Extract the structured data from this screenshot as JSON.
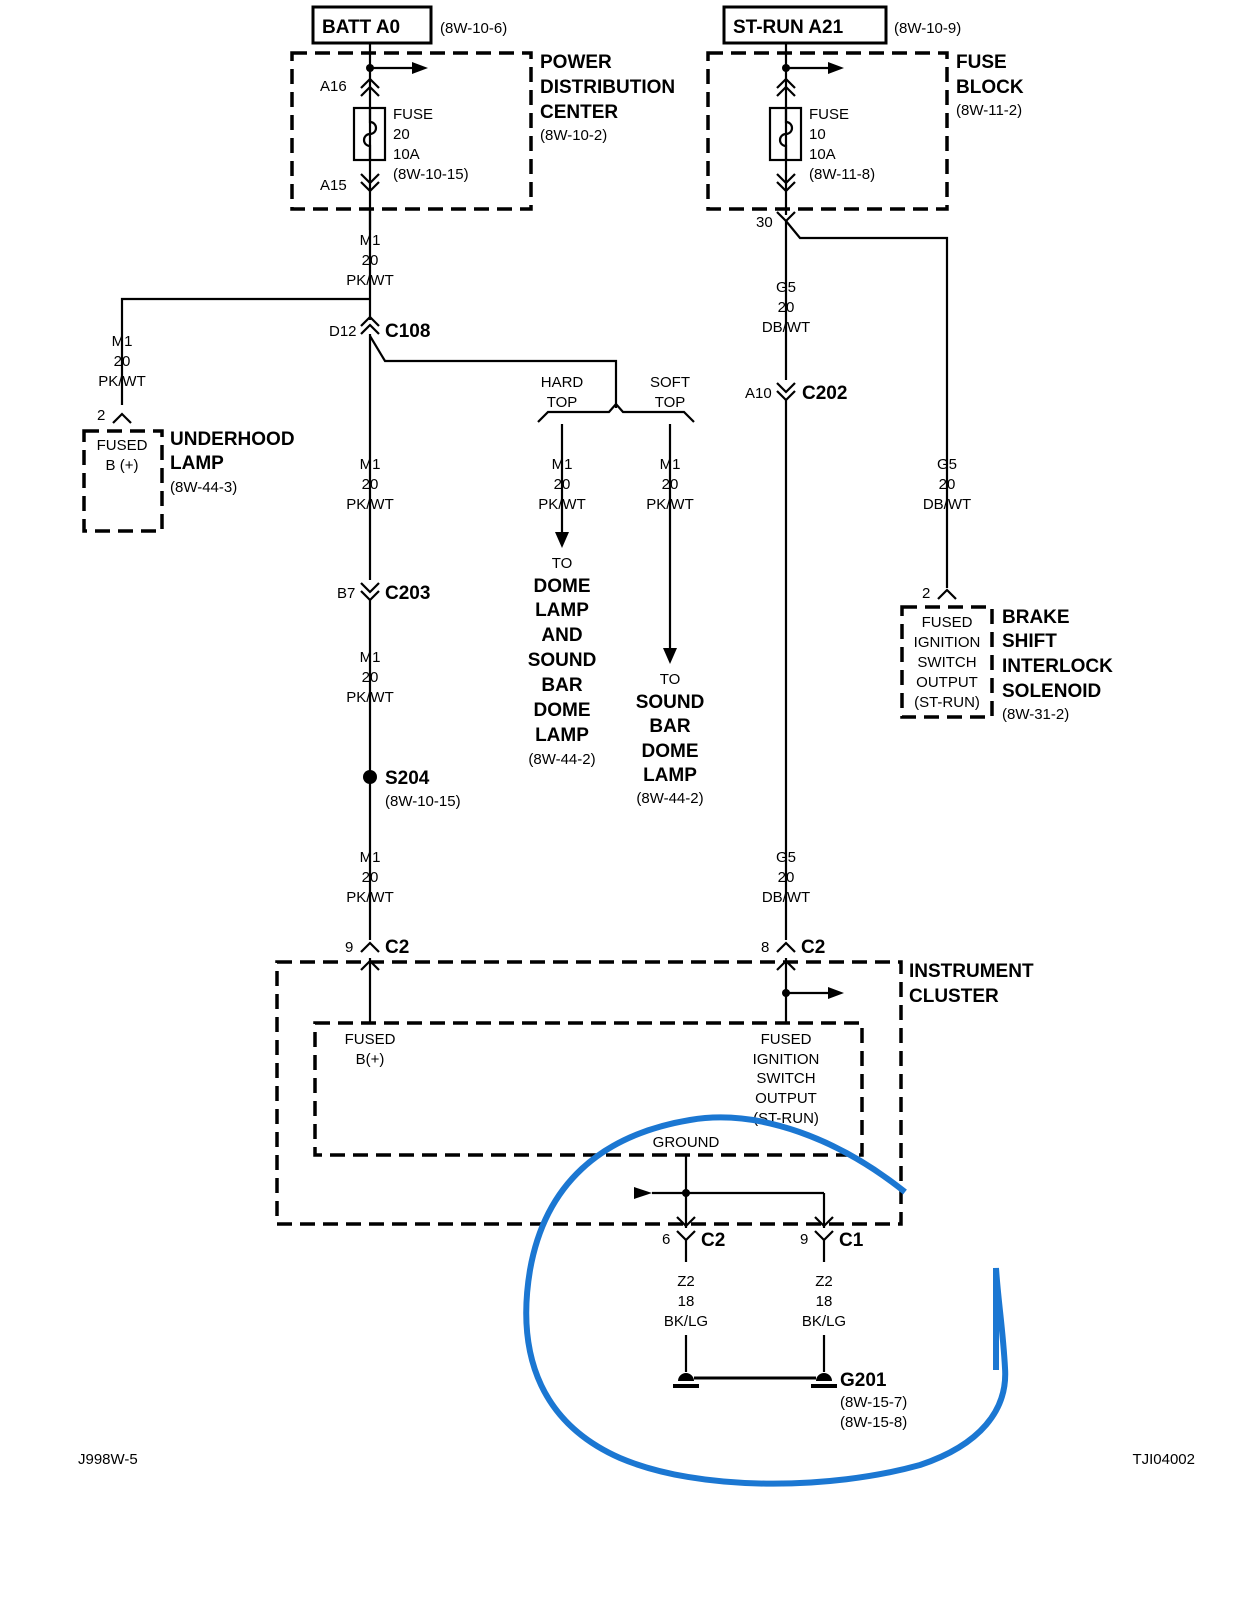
{
  "batt": {
    "label": "BATT A0",
    "ref": "(8W-10-6)"
  },
  "strun": {
    "label": "ST-RUN A21",
    "ref": "(8W-10-9)"
  },
  "pdc": {
    "l1": "POWER",
    "l2": "DISTRIBUTION",
    "l3": "CENTER",
    "ref": "(8W-10-2)",
    "pin_in": "A16",
    "pin_out": "A15",
    "fuse": {
      "l1": "FUSE",
      "l2": "20",
      "l3": "10A",
      "ref": "(8W-10-15)"
    }
  },
  "fuse_block": {
    "l1": "FUSE",
    "l2": "BLOCK",
    "ref": "(8W-11-2)",
    "pin_out": "30",
    "fuse": {
      "l1": "FUSE",
      "l2": "10",
      "l3": "10A",
      "ref": "(8W-11-8)"
    }
  },
  "wire_m1": {
    "circuit": "M1",
    "gauge": "20",
    "color": "PK/WT"
  },
  "wire_g5": {
    "circuit": "G5",
    "gauge": "20",
    "color": "DB/WT"
  },
  "wire_z2": {
    "circuit": "Z2",
    "gauge": "18",
    "color": "BK/LG"
  },
  "c108": {
    "pin": "D12",
    "name": "C108"
  },
  "c202": {
    "pin": "A10",
    "name": "C202"
  },
  "c203": {
    "pin": "B7",
    "name": "C203"
  },
  "s204": {
    "name": "S204",
    "ref": "(8W-10-15)"
  },
  "underhood": {
    "pin": "2",
    "inner1": "FUSED",
    "inner2": "B (+)",
    "l1": "UNDERHOOD",
    "l2": "LAMP",
    "ref": "(8W-44-3)"
  },
  "hard_top": {
    "l1": "HARD",
    "l2": "TOP"
  },
  "soft_top": {
    "l1": "SOFT",
    "l2": "TOP"
  },
  "dome": {
    "to": "TO",
    "l1": "DOME",
    "l2": "LAMP",
    "l3": "AND",
    "l4": "SOUND",
    "l5": "BAR",
    "l6": "DOME",
    "l7": "LAMP",
    "ref": "(8W-44-2)"
  },
  "soundbar": {
    "to": "TO",
    "l1": "SOUND",
    "l2": "BAR",
    "l3": "DOME",
    "l4": "LAMP",
    "ref": "(8W-44-2)"
  },
  "brake": {
    "pin": "2",
    "inner1": "FUSED",
    "inner2": "IGNITION",
    "inner3": "SWITCH",
    "inner4": "OUTPUT",
    "inner5": "(ST-RUN)",
    "l1": "BRAKE",
    "l2": "SHIFT",
    "l3": "INTERLOCK",
    "l4": "SOLENOID",
    "ref": "(8W-31-2)"
  },
  "cluster": {
    "l1": "INSTRUMENT",
    "l2": "CLUSTER",
    "c2_left": {
      "pin": "9",
      "name": "C2"
    },
    "c2_right": {
      "pin": "8",
      "name": "C2"
    },
    "fused_b1": "FUSED",
    "fused_b2": "B(+)",
    "ign1": "FUSED",
    "ign2": "IGNITION",
    "ign3": "SWITCH",
    "ign4": "OUTPUT",
    "ign5": "(ST-RUN)",
    "ground": "GROUND",
    "c2_bottom": {
      "pin": "6",
      "name": "C2"
    },
    "c1_bottom": {
      "pin": "9",
      "name": "C1"
    }
  },
  "g201": {
    "name": "G201",
    "ref1": "(8W-15-7)",
    "ref2": "(8W-15-8)"
  },
  "footer": {
    "left": "J998W-5",
    "right": "TJI04002"
  },
  "colors": {
    "highlight": "#1b77d2",
    "line": "#000000"
  }
}
